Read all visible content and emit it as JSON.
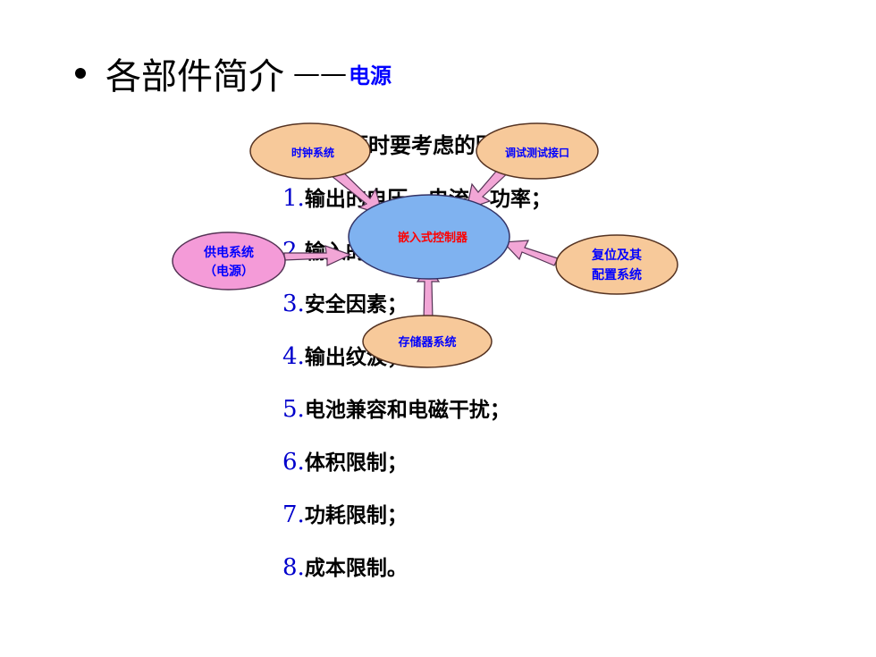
{
  "title": {
    "main": "各部件简介",
    "dash": "——",
    "accent": "电源"
  },
  "list": {
    "heading": "设计电源时要考虑的因素：",
    "items": [
      {
        "num": "1.",
        "text": "输出的电压、电流、功率；"
      },
      {
        "num": "2.",
        "text": "输入的电压、电流；"
      },
      {
        "num": "3.",
        "text": "安全因素；"
      },
      {
        "num": "4.",
        "text": "输出纹波；"
      },
      {
        "num": "5.",
        "text": "电池兼容和电磁干扰；"
      },
      {
        "num": "6.",
        "text": "体积限制；"
      },
      {
        "num": "7.",
        "text": "功耗限制；"
      },
      {
        "num": "8.",
        "text": "成本限制。"
      }
    ]
  },
  "diagram": {
    "center": "嵌入式控制器",
    "clock": "时钟系统",
    "debug": "调试测试接口",
    "power_line1": "供电系统",
    "power_line2": "（电源）",
    "reset_line1": "复位及其",
    "reset_line2": "配置系统",
    "storage": "存储器系统",
    "colors": {
      "center_fill": "#7fb2f0",
      "peripheral_fill": "#f7c99a",
      "power_fill": "#f49bd8",
      "arrow_fill": "#f2a6d6",
      "center_text": "#ff0000",
      "node_text": "#0000ff"
    }
  }
}
